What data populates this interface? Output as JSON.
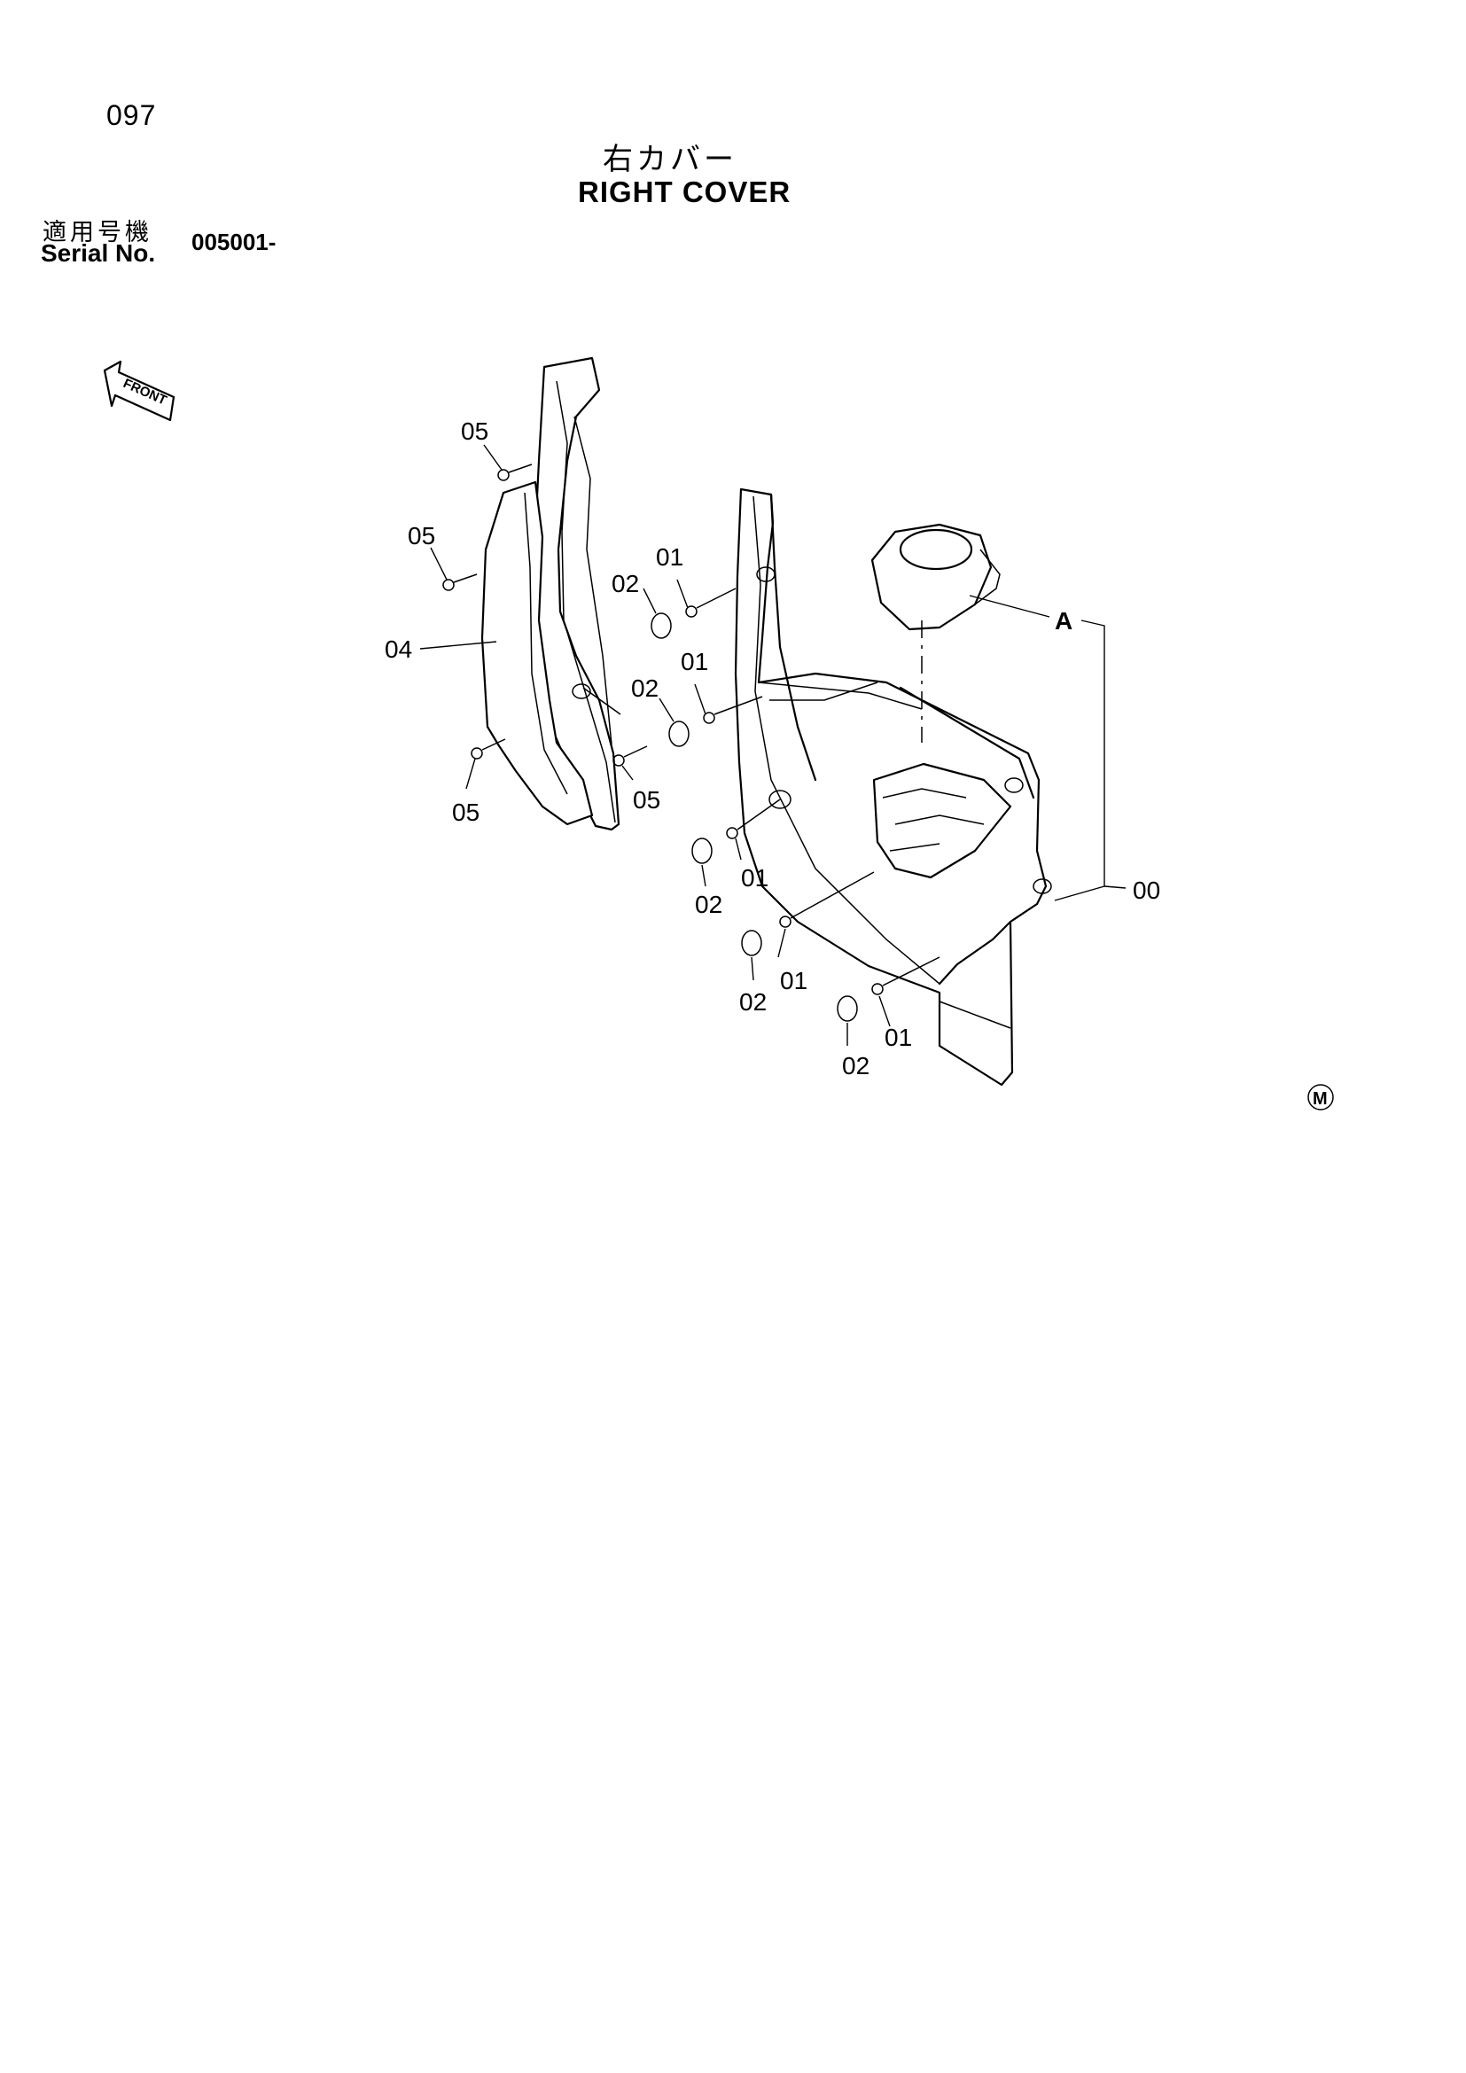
{
  "page": {
    "number": "097"
  },
  "title": {
    "jp": "右カバー",
    "en": "RIGHT COVER"
  },
  "serial": {
    "label_jp": "適用号機",
    "label_en": "Serial No.",
    "value": "005001-"
  },
  "front_marker": {
    "label": "FRONT",
    "icon": "front-arrow-icon"
  },
  "diagram": {
    "callouts": {
      "c05a": "05",
      "c05b": "05",
      "c05c": "05",
      "c05d": "05",
      "c04": "04",
      "c01a": "01",
      "c01b": "01",
      "c01c": "01",
      "c01d": "01",
      "c01e": "01",
      "c02a": "02",
      "c02b": "02",
      "c02c": "02",
      "c02d": "02",
      "c02e": "02",
      "cA": "A",
      "c00": "00"
    }
  },
  "mark": {
    "label": "M",
    "icon": "circled-m-icon"
  }
}
